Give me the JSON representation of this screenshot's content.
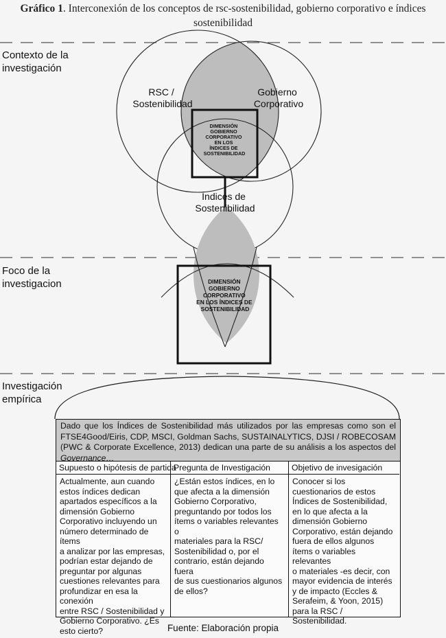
{
  "caption": {
    "label": "Gráfico 1",
    "text": ". Interconexión de los conceptos de rsc-sostenibilidad, gobierno corporativo e índices sostenibilidad"
  },
  "sections": {
    "context": [
      "Contexto de la",
      "investigación"
    ],
    "focus": [
      "Foco de la",
      "investigacion"
    ],
    "empirical": [
      "Investigación",
      "empírica"
    ]
  },
  "circles": {
    "rsc": [
      "RSC /",
      "Sostenibilidad"
    ],
    "gobierno": [
      "Gobierno",
      "Corporativo"
    ],
    "indices": [
      "Índices de",
      "Sostenibilidad"
    ]
  },
  "intersection_small": [
    "DIMENSIÓN",
    "GOBIERNO",
    "CORPORATIVO",
    "EN LOS",
    "ÍNDICES DE",
    "SOSTENIBILIDAD"
  ],
  "intersection_large": [
    "DIMENSIÓN",
    "GOBIERNO",
    "CORPORATIVO",
    "EN LOS ÍNDICES DE",
    "SOSTENIBILIDAD"
  ],
  "table": {
    "intro_main": "Dado que los Índices de Sostenibilidad más utilizados por las empresas como son el FTSE4Good/Eiris, CDP, MSCI, Goldman Sachs, SUSTAINALYTICS, DJSI / ROBECOSAM (PWC & Corporate Excellence, 2013) dedican una parte de su análisis a los aspectos del ",
    "intro_italic": "Governance…",
    "columns": [
      {
        "header": "Supuesto o hipótesis de partida",
        "lines": [
          "Actualmente, aun cuando",
          "estos índices dedican",
          "apartados específicos a la",
          "dimensión Gobierno",
          "Corporativo incluyendo un",
          "número determinado de ítems",
          "a analizar por las empresas,",
          "podrían estar dejando de",
          "preguntar por algunas",
          "cuestiones relevantes para",
          "profundizar en esa la conexión",
          "entre RSC / Sostenibilidad y",
          "Gobierno Corporativo. ¿Es",
          "esto cierto?"
        ]
      },
      {
        "header": "Pregunta de Investigación",
        "lines": [
          "¿Están estos índices, en lo",
          "que afecta a la dimensión",
          "Gobierno Corporativo,",
          "preguntando por todos los",
          "ítems  o variables relevantes o",
          "materiales para la RSC/",
          "Sostenibilidad o, por el",
          "contrario, están dejando  fuera",
          "de sus cuestionarios algunos",
          "de ellos?"
        ]
      },
      {
        "header": "Objetivo de invesigación",
        "lines": [
          "Conocer si los",
          "cuestionarios de estos",
          "Índices de Sostenibilidad,",
          "en lo que afecta a la",
          "dimensión Gobierno",
          "Corporativo, están dejando",
          "fuera de ellos algunos",
          "ítems o variables relevantes",
          "o materiales -es decir, con",
          "mayor evidencia  de interés",
          "y de impacto (Eccles &",
          "Serafeim, & Yoon, 2015)",
          "para la RSC /",
          "Sostenibilidad."
        ]
      }
    ]
  },
  "source": "Fuente: Elaboración propia"
}
